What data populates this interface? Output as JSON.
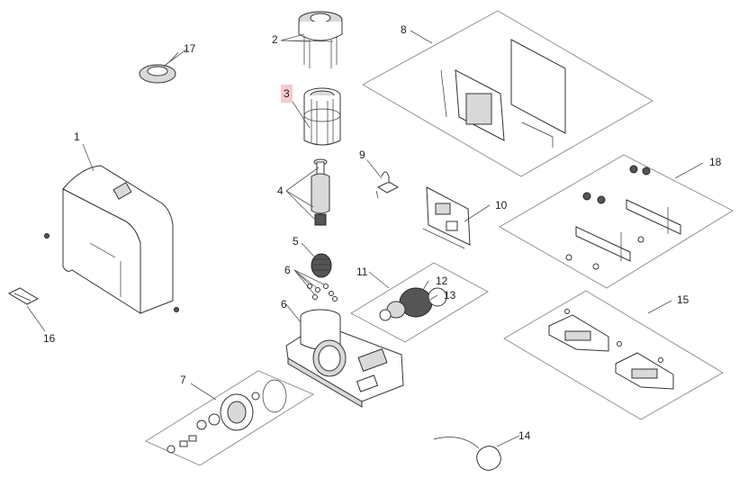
{
  "diagram": {
    "highlight_color": "#f6c9cf",
    "labels": {
      "p1": "1",
      "p2": "2",
      "p3": "3",
      "p4": "4",
      "p5": "5",
      "p6a": "6",
      "p6b": "6",
      "p7": "7",
      "p8": "8",
      "p9": "9",
      "p10": "10",
      "p11": "11",
      "p12": "12",
      "p13": "13",
      "p14": "14",
      "p15": "15",
      "p16": "16",
      "p17": "17",
      "p18": "18"
    },
    "highlighted": "p3"
  }
}
